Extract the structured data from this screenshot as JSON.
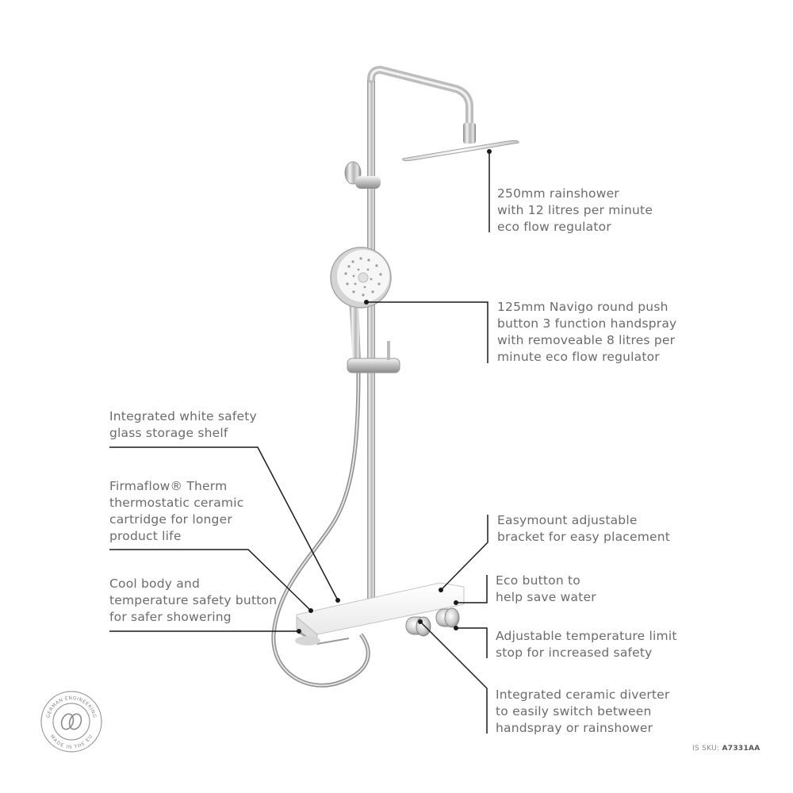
{
  "callouts": {
    "rainshower": "250mm rainshower\nwith 12 litres per minute\neco flow regulator",
    "handspray": "125mm Navigo round push\nbutton 3 function handspray\nwith removeable 8 litres per\nminute eco flow regulator",
    "shelf": "Integrated white safety\nglass storage shelf",
    "cartridge": "Firmaflow® Therm\nthermostatic ceramic\ncartridge for longer\nproduct life",
    "cool_body": "Cool body and\ntemperature safety button\nfor safer showering",
    "easymount": "Easymount adjustable\nbracket for easy placement",
    "eco_button": "Eco button to\nhelp save water",
    "temp_limit": "Adjustable temperature limit\nstop for increased safety",
    "diverter": "Integrated ceramic diverter\nto easily switch between\nhandspray or rainshower"
  },
  "badge": {
    "top_text": "GERMAN ENGINEERING",
    "bottom_text": "MADE IN THE EU",
    "icon": "interlocking-rings-icon"
  },
  "sku": {
    "label": "IS SKU:",
    "value": "A7331AA"
  },
  "colors": {
    "text": "#6b6b6b",
    "leader_line": "#1a1a1a",
    "chrome_light": "#e8e8e8",
    "chrome_dark": "#9a9a9a",
    "shelf_white": "#f4f4f4"
  }
}
